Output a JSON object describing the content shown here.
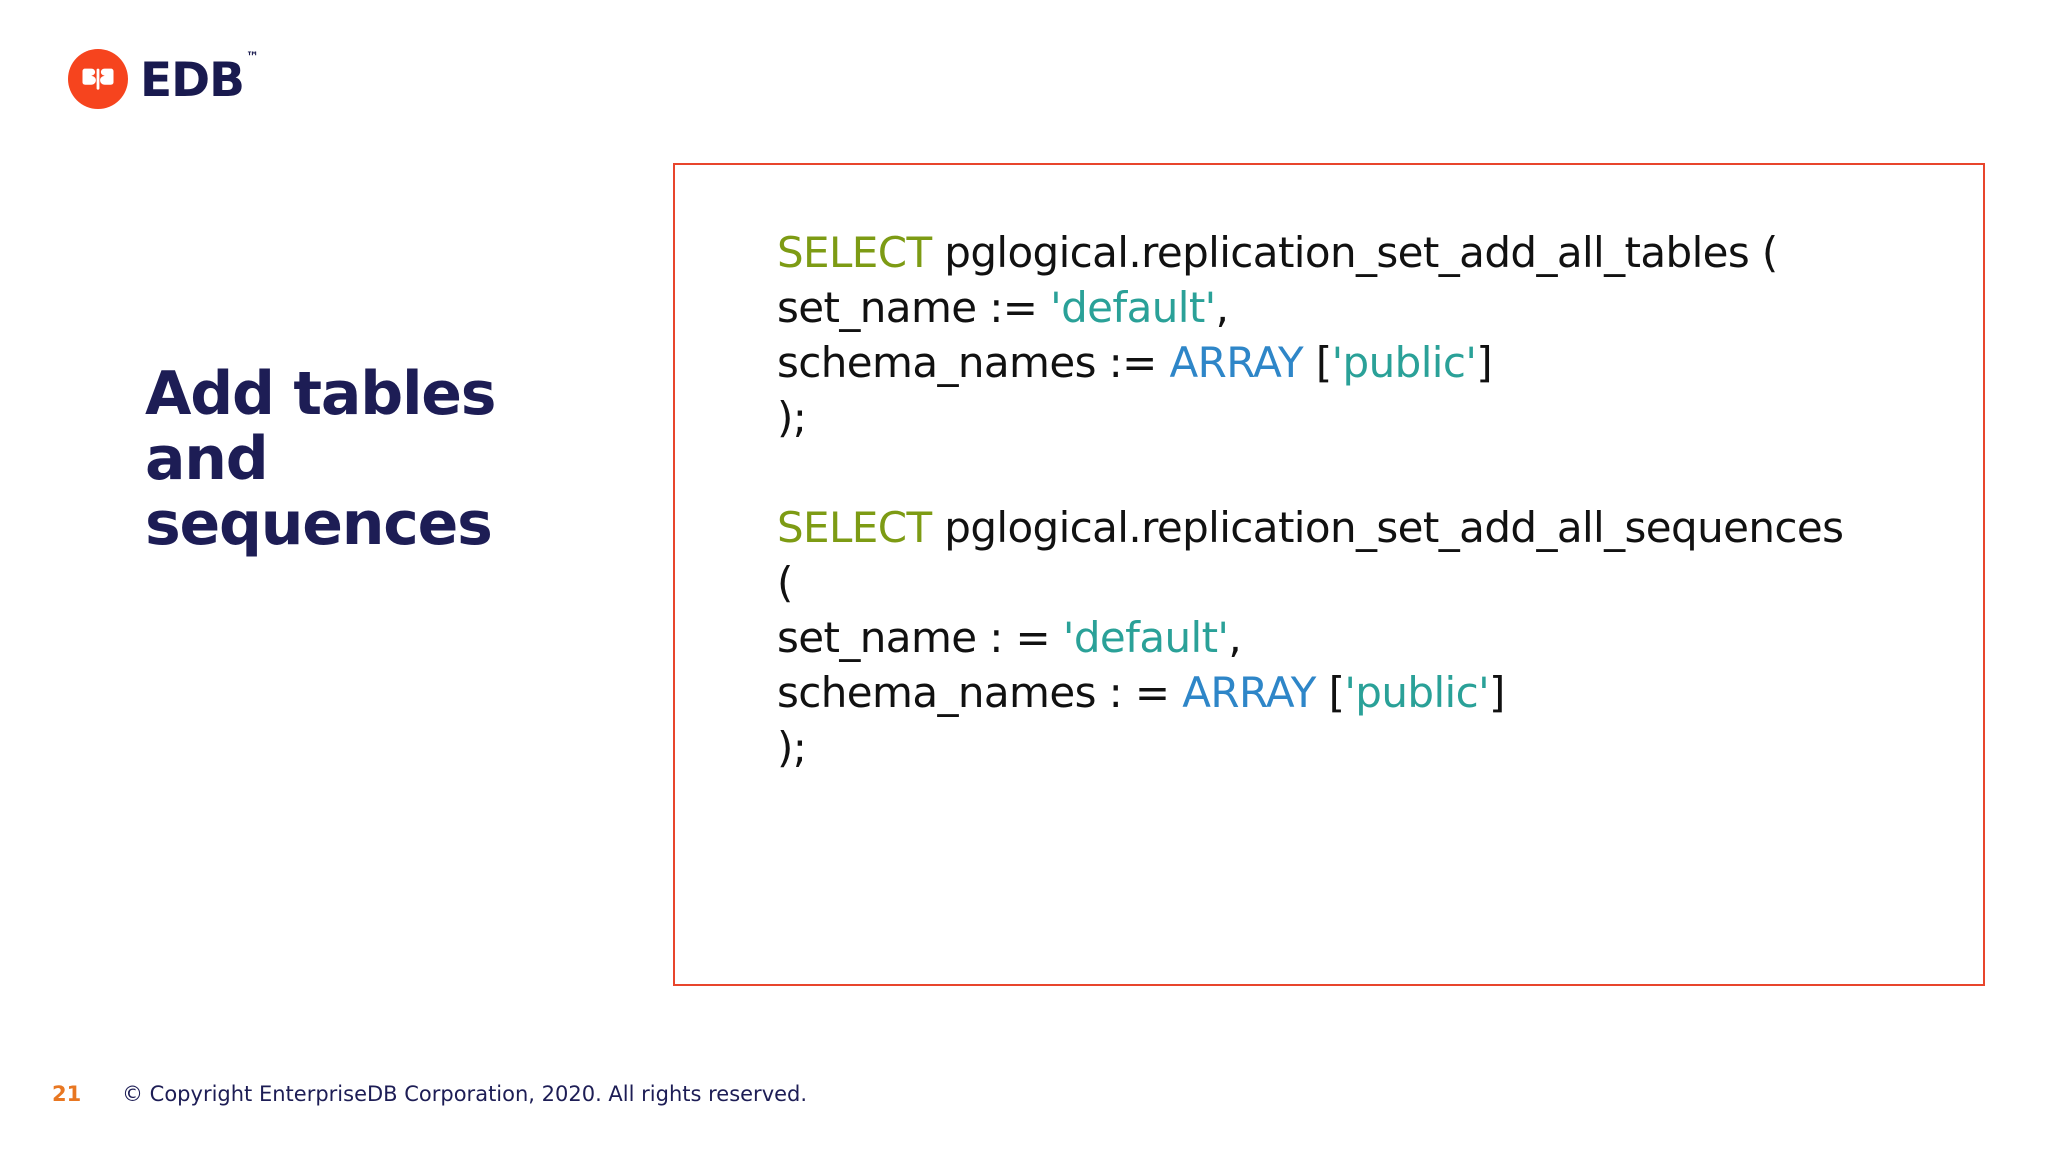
{
  "brand": {
    "logo_word": "EDB",
    "logo_tm": "™",
    "logo_mark_color": "#f6441e",
    "logo_text_color": "#191a4f"
  },
  "title": {
    "text": "Add tables\nand\nsequences",
    "color": "#1d1d55"
  },
  "code_panel": {
    "border_color": "#e8452c",
    "colors": {
      "keyword": "#7d9b14",
      "string": "#2aa198",
      "type": "#2e86c8",
      "plain": "#111111"
    },
    "lines": [
      {
        "id": "line-1",
        "tokens": [
          {
            "text": "SELECT",
            "kind": "keyword"
          },
          {
            "text": " pglogical.replication_set_add_all_tables (",
            "kind": "plain"
          }
        ]
      },
      {
        "id": "line-2",
        "tokens": [
          {
            "text": "set_name := ",
            "kind": "plain"
          },
          {
            "text": "'default'",
            "kind": "string"
          },
          {
            "text": ",",
            "kind": "plain"
          }
        ]
      },
      {
        "id": "line-3",
        "tokens": [
          {
            "text": "schema_names := ",
            "kind": "plain"
          },
          {
            "text": "ARRAY",
            "kind": "type"
          },
          {
            "text": " [",
            "kind": "plain"
          },
          {
            "text": "'public'",
            "kind": "string"
          },
          {
            "text": "]",
            "kind": "plain"
          }
        ]
      },
      {
        "id": "line-4",
        "tokens": [
          {
            "text": ");",
            "kind": "plain"
          }
        ]
      },
      {
        "id": "line-5",
        "blank": true,
        "tokens": []
      },
      {
        "id": "line-6",
        "tokens": [
          {
            "text": "SELECT",
            "kind": "keyword"
          },
          {
            "text": " pglogical.replication_set_add_all_sequences",
            "kind": "plain"
          }
        ]
      },
      {
        "id": "line-7",
        "tokens": [
          {
            "text": "(",
            "kind": "plain"
          }
        ]
      },
      {
        "id": "line-8",
        "tokens": [
          {
            "text": "set_name : = ",
            "kind": "plain"
          },
          {
            "text": "'default'",
            "kind": "string"
          },
          {
            "text": ",",
            "kind": "plain"
          }
        ]
      },
      {
        "id": "line-9",
        "tokens": [
          {
            "text": "schema_names : = ",
            "kind": "plain"
          },
          {
            "text": "ARRAY",
            "kind": "type"
          },
          {
            "text": " [",
            "kind": "plain"
          },
          {
            "text": "'public'",
            "kind": "string"
          },
          {
            "text": "]",
            "kind": "plain"
          }
        ]
      },
      {
        "id": "line-10",
        "tokens": [
          {
            "text": ");",
            "kind": "plain"
          }
        ]
      }
    ]
  },
  "footer": {
    "page_number": "21",
    "copyright": "© Copyright EnterpriseDB Corporation, 2020. All rights reserved.",
    "page_color": "#e87722",
    "copyright_color": "#1d1d55"
  }
}
